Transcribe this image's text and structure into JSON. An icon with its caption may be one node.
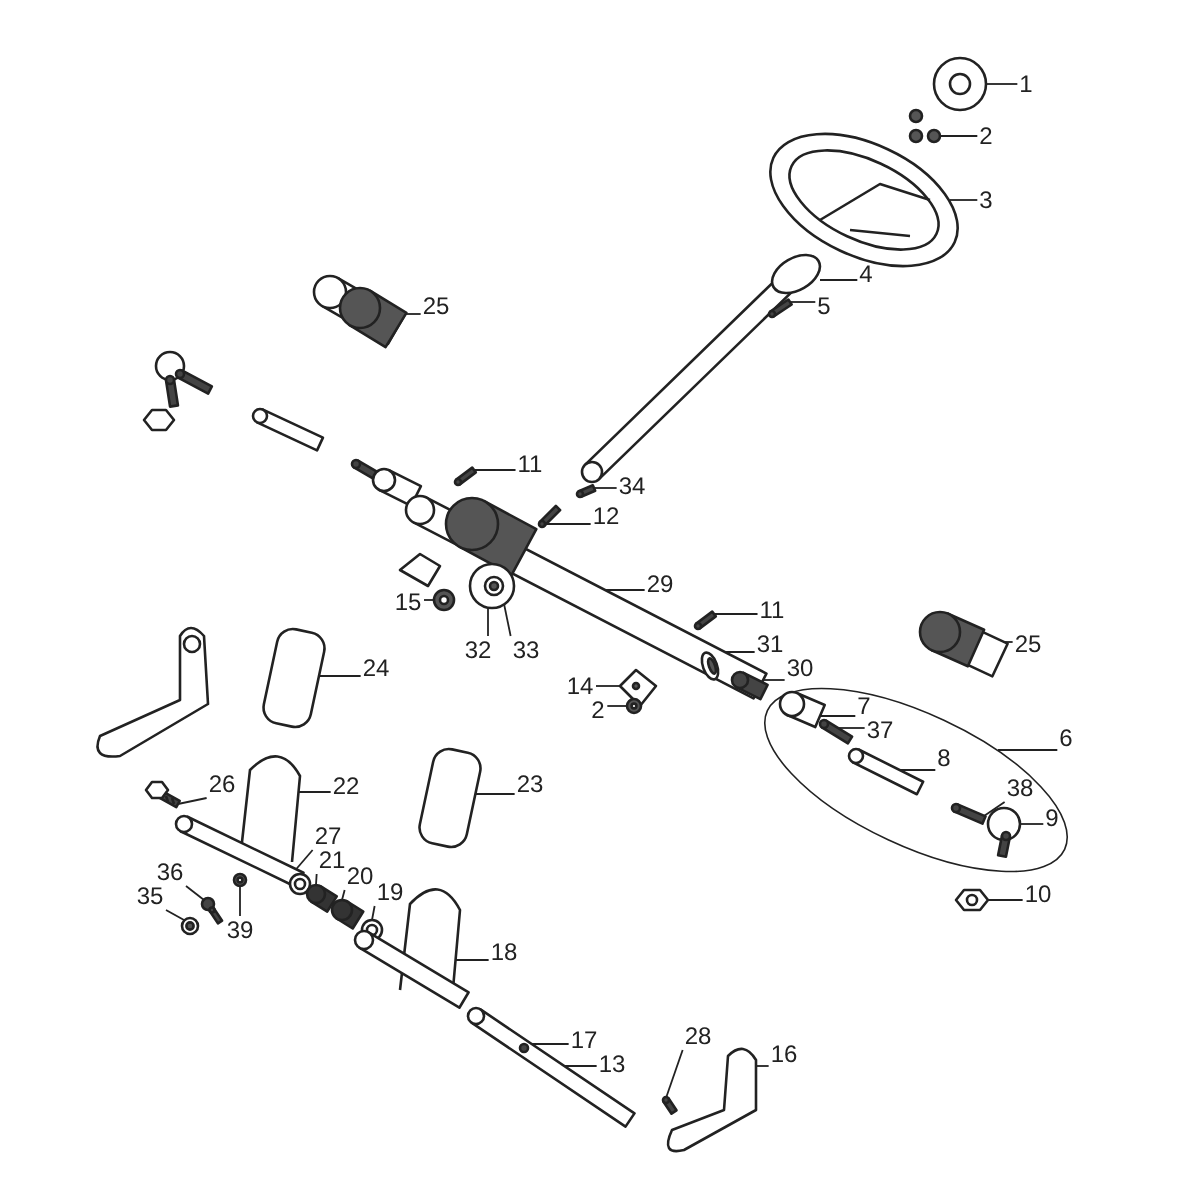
{
  "diagram": {
    "nodes": [
      {
        "text": [
          "1"
        ]
      },
      {
        "text": [
          "2"
        ]
      },
      {
        "text": [
          "3"
        ]
      },
      {
        "text": [
          "4"
        ]
      },
      {
        "text": [
          "5"
        ]
      },
      {
        "text": [
          "25"
        ]
      },
      {
        "text": [
          "11"
        ]
      },
      {
        "text": [
          "34"
        ]
      },
      {
        "text": [
          "12"
        ]
      },
      {
        "text": [
          "29"
        ]
      },
      {
        "text": [
          "11"
        ]
      },
      {
        "text": [
          "15"
        ]
      },
      {
        "text": [
          "32"
        ]
      },
      {
        "text": [
          "33"
        ]
      },
      {
        "text": [
          "25"
        ]
      },
      {
        "text": [
          "31"
        ]
      },
      {
        "text": [
          "30"
        ]
      },
      {
        "text": [
          "14"
        ]
      },
      {
        "text": [
          "2"
        ]
      },
      {
        "text": [
          "7"
        ],
        "in": 63
      },
      {
        "text": [
          "37"
        ],
        "in": 63
      },
      {
        "text": [
          "6"
        ]
      },
      {
        "text": [
          "8"
        ],
        "in": 63
      },
      {
        "text": [
          "38"
        ],
        "in": 63
      },
      {
        "text": [
          "9"
        ],
        "in": 63
      },
      {
        "text": [
          "10"
        ]
      },
      {
        "text": [
          "24"
        ]
      },
      {
        "text": [
          "22"
        ]
      },
      {
        "text": [
          "26"
        ]
      },
      {
        "text": [
          "23"
        ]
      },
      {
        "text": [
          "27"
        ]
      },
      {
        "text": [
          "21"
        ]
      },
      {
        "text": [
          "20"
        ]
      },
      {
        "text": [
          "19"
        ]
      },
      {
        "text": [
          "36"
        ]
      },
      {
        "text": [
          "35"
        ]
      },
      {
        "text": [
          "39"
        ]
      },
      {
        "text": [
          "18"
        ]
      },
      {
        "text": [
          "17"
        ]
      },
      {
        "text": [
          "28"
        ]
      },
      {
        "text": [
          "13"
        ]
      },
      {
        "text": [
          "16"
        ]
      },
      {
        "text": [],
        "shape": "picture"
      },
      {
        "text": [],
        "shape": "picture"
      },
      {
        "text": [],
        "shape": "picture"
      },
      {
        "text": [],
        "shape": "picture"
      },
      {
        "text": [],
        "shape": "picture"
      },
      {
        "text": [],
        "shape": "picture"
      },
      {
        "text": [],
        "shape": "picture"
      },
      {
        "text": [],
        "shape": "picture"
      },
      {
        "text": [],
        "shape": "picture"
      },
      {
        "text": [],
        "shape": "picture"
      },
      {
        "text": [],
        "shape": "picture"
      },
      {
        "text": [],
        "shape": "picture"
      },
      {
        "text": [],
        "shape": "picture"
      },
      {
        "text": [],
        "shape": "picture",
        "in": 54
      },
      {
        "text": [],
        "shape": "picture"
      },
      {
        "text": [],
        "shape": "picture",
        "in": 51
      },
      {
        "text": [],
        "shape": "picture",
        "in": 51
      },
      {
        "text": [],
        "shape": "picture"
      },
      {
        "text": [],
        "shape": "picture"
      },
      {
        "text": [],
        "shape": "picture",
        "in": 63
      },
      {
        "text": [],
        "shape": "picture",
        "in": 63
      },
      {
        "text": [],
        "shape": "picture"
      },
      {
        "text": [],
        "shape": "picture",
        "in": 63
      },
      {
        "text": [],
        "shape": "picture",
        "in": 63
      },
      {
        "text": [],
        "shape": "picture",
        "in": 63
      },
      {
        "text": [],
        "shape": "picture"
      },
      {
        "text": [],
        "shape": "picture"
      },
      {
        "text": [],
        "shape": "picture"
      },
      {
        "text": [],
        "shape": "picture"
      },
      {
        "text": [],
        "shape": "picture"
      },
      {
        "text": [],
        "shape": "picture"
      },
      {
        "text": [],
        "shape": "picture"
      },
      {
        "text": [],
        "shape": "picture"
      },
      {
        "text": [],
        "shape": "picture"
      },
      {
        "text": [],
        "shape": "picture"
      },
      {
        "text": [],
        "shape": "picture"
      },
      {
        "text": [],
        "shape": "picture"
      },
      {
        "text": [],
        "shape": "picture"
      },
      {
        "text": [],
        "shape": "picture",
        "in": 82
      },
      {
        "text": [],
        "shape": "picture"
      },
      {
        "text": [],
        "shape": "picture"
      },
      {
        "text": [],
        "shape": "picture"
      }
    ],
    "edges": [
      {
        "from": 0,
        "to": 42,
        "arrow": "none"
      },
      {
        "from": 1,
        "to": 43,
        "arrow": "none"
      },
      {
        "from": 2,
        "to": 44,
        "arrow": "none"
      },
      {
        "from": 3,
        "to": 45,
        "arrow": "none"
      },
      {
        "from": 4,
        "to": 46,
        "arrow": "none"
      },
      {
        "from": 5,
        "to": 47,
        "arrow": "none"
      },
      {
        "from": 6,
        "to": 48,
        "arrow": "none"
      },
      {
        "from": 7,
        "to": 49,
        "arrow": "none"
      },
      {
        "from": 8,
        "to": 50,
        "arrow": "none"
      },
      {
        "from": 9,
        "to": 51,
        "arrow": "none"
      },
      {
        "from": 10,
        "to": 52,
        "arrow": "none"
      },
      {
        "from": 11,
        "to": 53,
        "arrow": "none"
      },
      {
        "from": 12,
        "to": 54,
        "arrow": "none"
      },
      {
        "from": 13,
        "to": 55,
        "arrow": "none"
      },
      {
        "from": 14,
        "to": 56,
        "arrow": "none"
      },
      {
        "from": 15,
        "to": 57,
        "arrow": "none"
      },
      {
        "from": 16,
        "to": 58,
        "arrow": "none"
      },
      {
        "from": 17,
        "to": 59,
        "arrow": "none"
      },
      {
        "from": 18,
        "to": 60,
        "arrow": "none"
      },
      {
        "from": 19,
        "to": 61,
        "arrow": "none"
      },
      {
        "from": 20,
        "to": 62,
        "arrow": "none"
      },
      {
        "from": 21,
        "to": 63,
        "arrow": "none"
      },
      {
        "from": 22,
        "to": 64,
        "arrow": "none"
      },
      {
        "from": 23,
        "to": 65,
        "arrow": "none"
      },
      {
        "from": 24,
        "to": 66,
        "arrow": "none"
      },
      {
        "from": 25,
        "to": 67,
        "arrow": "none"
      },
      {
        "from": 26,
        "to": 68,
        "arrow": "none"
      },
      {
        "from": 27,
        "to": 69,
        "arrow": "none"
      },
      {
        "from": 28,
        "to": 70,
        "arrow": "none"
      },
      {
        "from": 29,
        "to": 71,
        "arrow": "none"
      },
      {
        "from": 30,
        "to": 72,
        "arrow": "none"
      },
      {
        "from": 31,
        "to": 73,
        "arrow": "none"
      },
      {
        "from": 32,
        "to": 74,
        "arrow": "none"
      },
      {
        "from": 33,
        "to": 75,
        "arrow": "none"
      },
      {
        "from": 34,
        "to": 76,
        "arrow": "none"
      },
      {
        "from": 35,
        "to": 77,
        "arrow": "none"
      },
      {
        "from": 36,
        "to": 78,
        "arrow": "none"
      },
      {
        "from": 37,
        "to": 79,
        "arrow": "none"
      },
      {
        "from": 38,
        "to": 80,
        "arrow": "none"
      },
      {
        "from": 39,
        "to": 81,
        "arrow": "none"
      },
      {
        "from": 40,
        "to": 82,
        "arrow": "none"
      },
      {
        "from": 41,
        "to": 83,
        "arrow": "none"
      }
    ]
  }
}
